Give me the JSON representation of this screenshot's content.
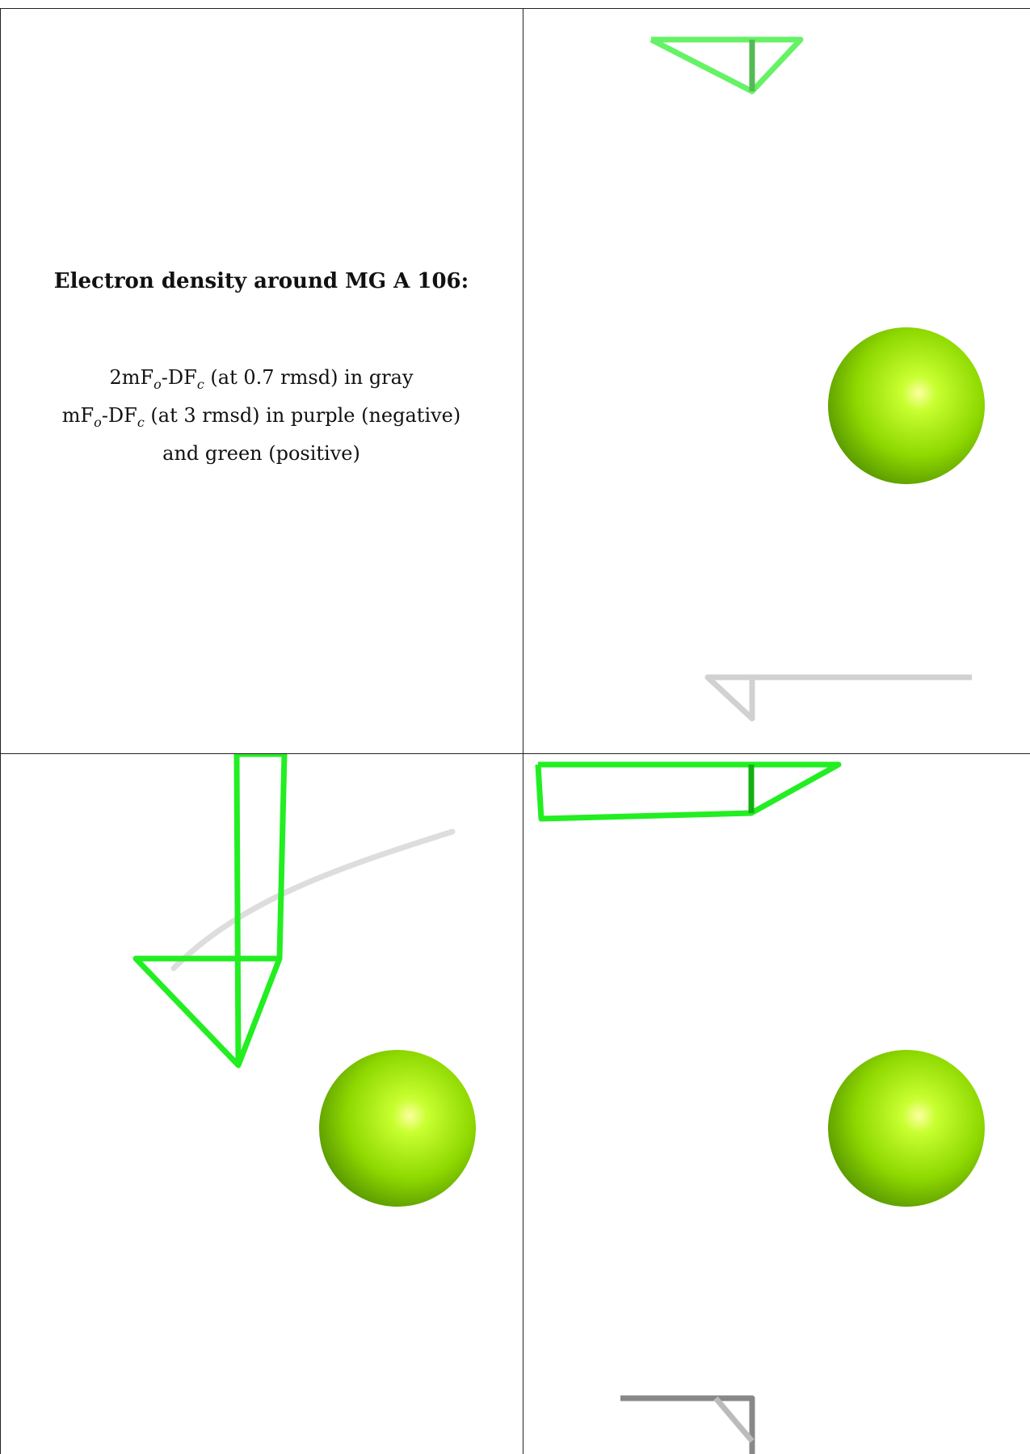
{
  "header": {
    "title": "Electron density around MG A 106:"
  },
  "legend": {
    "line1": {
      "prefix": "2mF",
      "sub_o": "o",
      "dash": "-DF",
      "sub_c": "c",
      "suffix": " (at 0.7 rmsd) in gray"
    },
    "line2": {
      "prefix": "mF",
      "sub_o": "o",
      "dash": "-DF",
      "sub_c": "c",
      "suffix": " (at 3 rmsd) in purple (negative)"
    },
    "line3": "and green (positive)"
  },
  "colors": {
    "positive": "#22ee22",
    "negative": "#9b30c8",
    "map_2fofc": "#bbbbbb",
    "mg_atom": "#99ff00"
  },
  "panels": [
    {
      "name": "view-top-right"
    },
    {
      "name": "view-bottom-left"
    },
    {
      "name": "view-bottom-right"
    }
  ]
}
